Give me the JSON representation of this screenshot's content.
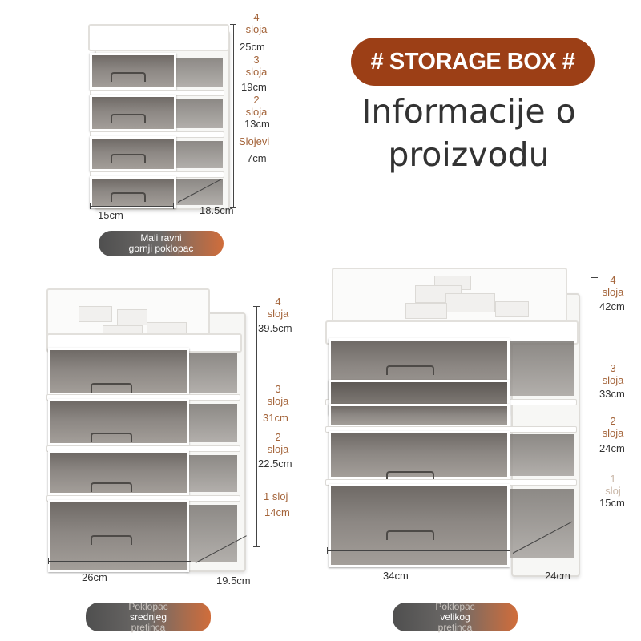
{
  "header": {
    "tag": "# STORAGE BOX #",
    "title_line1": "Informacije o",
    "title_line2": "proizvodu"
  },
  "small": {
    "layers": [
      {
        "n": "4",
        "unit": "sloja",
        "height": "25cm"
      },
      {
        "n": "3",
        "unit": "sloja",
        "height": "19cm"
      },
      {
        "n": "2",
        "unit": "sloja",
        "height": "13cm"
      },
      {
        "n": "",
        "unit": "Slojevi",
        "height": "7cm"
      }
    ],
    "width": "15cm",
    "depth": "18.5cm",
    "label_line1": "Mali ravni",
    "label_line2": "gornji poklopac"
  },
  "medium": {
    "layers": [
      {
        "n": "4",
        "unit": "sloja",
        "height": "39.5cm"
      },
      {
        "n": "3",
        "unit": "sloja",
        "height": "31cm"
      },
      {
        "n": "2",
        "unit": "sloja",
        "height": "22.5cm"
      },
      {
        "n": "1 sloj",
        "unit": "",
        "height": "14cm"
      }
    ],
    "width": "26cm",
    "depth": "19.5cm",
    "label_line1": "Poklopac",
    "label_line2": "srednjeg",
    "label_line3": "pretinca"
  },
  "large": {
    "layers": [
      {
        "n": "4",
        "unit": "sloja",
        "height": "42cm"
      },
      {
        "n": "3",
        "unit": "sloja",
        "height": "33cm"
      },
      {
        "n": "2",
        "unit": "sloja",
        "height": "24cm"
      },
      {
        "n": "1",
        "unit": "sloj",
        "height": "15cm"
      }
    ],
    "width": "34cm",
    "depth": "24cm",
    "label_line1": "Poklopac",
    "label_line2": "velikog",
    "label_line3": "pretinca"
  },
  "colors": {
    "accent": "#9c3f16",
    "layer_text": "#a4643a",
    "drawer_smoke": "#8c8783"
  }
}
